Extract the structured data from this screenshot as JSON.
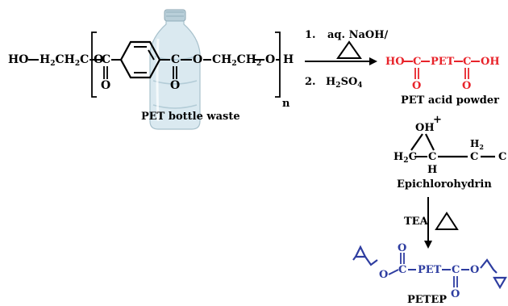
{
  "colors": {
    "ink": "#000000",
    "acid": "#e8232a",
    "product": "#2e3da0",
    "bottle": "#c7dde6"
  },
  "icons": {
    "bottle": "plastic-bottle-icon",
    "heat": "triangle-heat-icon",
    "epoxide": "epoxide-ring-icon"
  },
  "reactant": {
    "ho": "HO",
    "ch2ch2_left": "H",
    "sub2a": "2",
    "c_letter": "C",
    "h_letter": "H",
    "o_letter": "O",
    "n": "n",
    "label": "PET bottle waste"
  },
  "step1": {
    "number": "1.",
    "reagent": "aq. NaOH/"
  },
  "step2": {
    "number": "2.",
    "reagent_main": "H",
    "reagent_sub": "2",
    "reagent_tail": "SO",
    "reagent_sub2": "4"
  },
  "acid": {
    "ho": "HO",
    "c": "C",
    "pet": "PET",
    "oh": "OH",
    "o": "O",
    "label": "PET acid powder"
  },
  "epichlorohydrin": {
    "oh": "OH",
    "plus": "+",
    "h2c": "H",
    "c": "C",
    "h": "H",
    "h2": "H",
    "sub2": "2",
    "cl": "C",
    "label": "Epichlorohydrin"
  },
  "step3": {
    "catalyst": "TEA"
  },
  "product": {
    "o": "O",
    "c": "C",
    "pet": "PET",
    "label": "PETEP"
  }
}
